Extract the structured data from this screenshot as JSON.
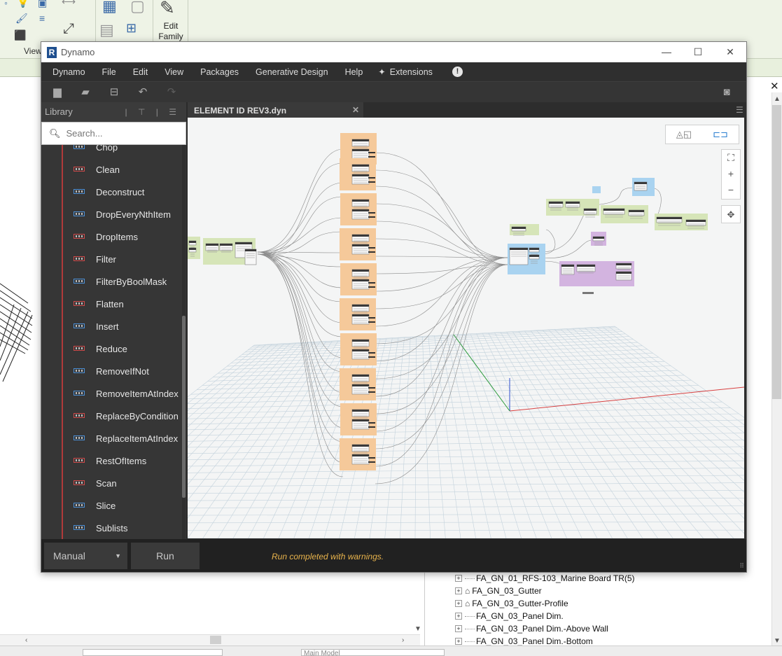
{
  "revit": {
    "ribbon_view_label": "View",
    "edit_family_label": "Edit\nFamily",
    "tree_items": [
      {
        "label": "FA_GN_01_RFS-103_Marine Board TR(5)",
        "icon": ""
      },
      {
        "label": "FA_GN_03_Gutter",
        "icon": "family-icon"
      },
      {
        "label": "FA_GN_03_Gutter-Profile",
        "icon": "family-icon"
      },
      {
        "label": "FA_GN_03_Panel Dim.",
        "icon": ""
      },
      {
        "label": "FA_GN_03_Panel Dim.-Above Wall",
        "icon": ""
      },
      {
        "label": "FA_GN_03_Panel Dim.-Bottom",
        "icon": ""
      }
    ],
    "status_field_text": "Main Model"
  },
  "dynamo": {
    "window_title": "Dynamo",
    "title_buttons": {
      "minimize": "—",
      "maximize": "☐",
      "close": "✕"
    },
    "menu": {
      "items": [
        "Dynamo",
        "File",
        "Edit",
        "View",
        "Packages",
        "Generative Design",
        "Help"
      ],
      "extensions": "Extensions",
      "alert": "!"
    },
    "library": {
      "title": "Library",
      "search_placeholder": "Search...",
      "items": [
        "Chop",
        "Clean",
        "Deconstruct",
        "DropEveryNthItem",
        "DropItems",
        "Filter",
        "FilterByBoolMask",
        "Flatten",
        "Insert",
        "Reduce",
        "RemoveIfNot",
        "RemoveItemAtIndex",
        "ReplaceByCondition",
        "ReplaceItemAtIndex",
        "RestOfItems",
        "Scan",
        "Slice",
        "Sublists"
      ]
    },
    "workspace": {
      "tab_title": "ELEMENT ID REV3.dyn",
      "tab_close": "✕"
    },
    "run": {
      "mode": "Manual",
      "run_label": "Run",
      "status": "Run completed with warnings."
    },
    "colors": {
      "background": "#2b2b2b",
      "orange_group": "#f5c99a",
      "green_group": "#d6e5b8",
      "blue_group": "#a9d3f0",
      "purple_group": "#d3b4e0",
      "warning_text": "#e9b44c"
    }
  }
}
